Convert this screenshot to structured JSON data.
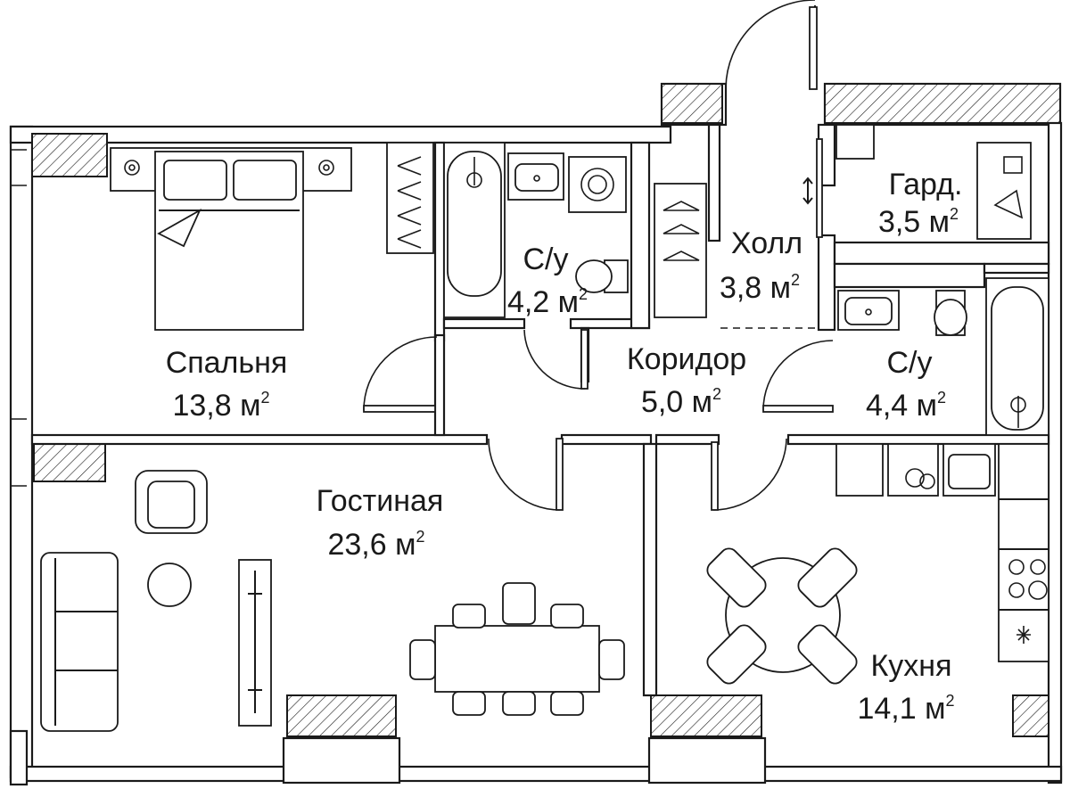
{
  "rooms": [
    {
      "key": "bedroom",
      "name": "Спальня",
      "area": "13,8 м",
      "sup": "2"
    },
    {
      "key": "living",
      "name": "Гостиная",
      "area": "23,6 м",
      "sup": "2"
    },
    {
      "key": "kitchen",
      "name": "Кухня",
      "area": "14,1 м",
      "sup": "2"
    },
    {
      "key": "corridor",
      "name": "Коридор",
      "area": "5,0 м",
      "sup": "2"
    },
    {
      "key": "hall",
      "name": "Холл",
      "area": "3,8 м",
      "sup": "2"
    },
    {
      "key": "wardrobe",
      "name": "Гард.",
      "area": "3,5 м",
      "sup": "2"
    },
    {
      "key": "bath1",
      "name": "С/у",
      "area": "4,2 м",
      "sup": "2"
    },
    {
      "key": "bath2",
      "name": "С/у",
      "area": "4,4 м",
      "sup": "2"
    }
  ],
  "colors": {
    "line": "#1a1a1a",
    "background": "#ffffff"
  },
  "icons": [
    "bed-icon",
    "armchair-icon",
    "sofa-icon",
    "dining-table-icon",
    "round-table-icon",
    "bathtub-icon",
    "sink-icon",
    "toilet-icon",
    "washing-machine-icon",
    "hanger-icon",
    "stove-icon",
    "door-swing-icon"
  ]
}
